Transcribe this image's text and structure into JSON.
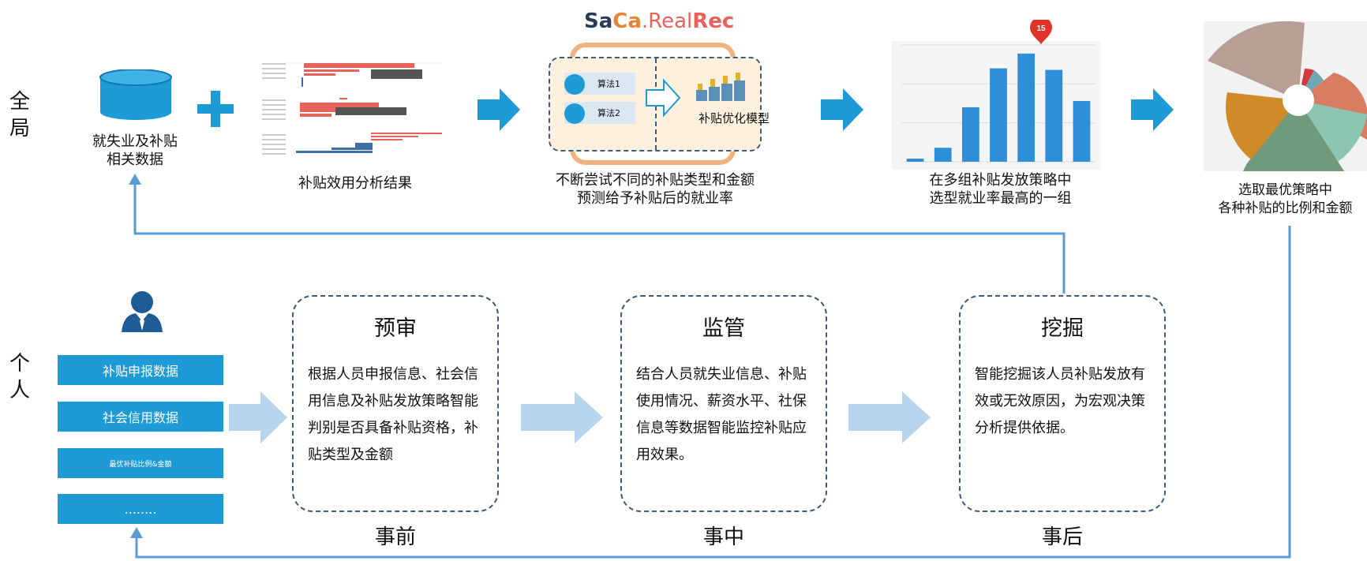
{
  "side_labels": {
    "global": "全\n局",
    "individual": "个\n人"
  },
  "top_flow": {
    "data_source_caption": "就失业及补贴\n相关数据",
    "analysis_caption": "补贴效用分析结果",
    "brand": {
      "prefix": "Sa",
      "middle": "Ca",
      "suffix1": ".Real",
      "suffix2": "Rec"
    },
    "algo1": "算法1",
    "algo2": "算法2",
    "model_label": "补贴优化模型",
    "model_caption": "不断尝试不同的补贴类型和金额\n预测给予补贴后的就业率",
    "bar_chart_caption": "在多组补贴发放策略中\n选型就业率最高的一组",
    "pin_value": "15",
    "pie_caption": "选取最优策略中\n各种补贴的比例和金额"
  },
  "individual": {
    "data_items": [
      "补贴申报数据",
      "社会信用数据",
      "最优补贴比例&金额",
      "........"
    ]
  },
  "stages": [
    {
      "title": "预审",
      "text": "根据人员申报信息、社会信用信息及补贴发放策略智能判别是否具备补贴资格，补贴类型及金额",
      "foot": "事前"
    },
    {
      "title": "监管",
      "text": "结合人员就失业信息、补贴使用情况、薪资水平、社保信息等数据智能监控补贴应用效果。",
      "foot": "事中"
    },
    {
      "title": "挖掘",
      "text": "智能挖掘该人员补贴发放有效或无效原因，为宏观决策分析提供依据。",
      "foot": "事后"
    }
  ],
  "colors": {
    "arrow_blue": "#1e9bd7",
    "light_arrow": "#b8d5ee",
    "line_blue": "#5b9bd5",
    "box_border": "#3d5a7a"
  },
  "chart_data": {
    "type": "bar",
    "categories": [
      "",
      "",
      "",
      "",
      "",
      "",
      ""
    ],
    "values": [
      4,
      18,
      70,
      120,
      139,
      118,
      78
    ],
    "ylim": [
      0,
      150
    ],
    "grid": true
  }
}
